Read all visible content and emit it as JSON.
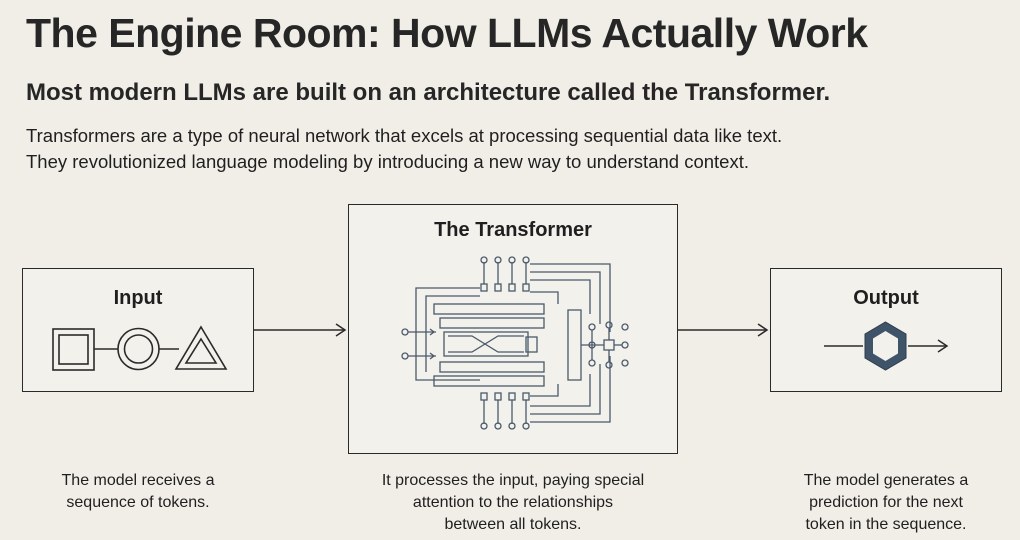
{
  "header": {
    "title": "The Engine Room: How LLMs Actually Work",
    "subtitle": "Most modern LLMs are built on an architecture called the Transformer.",
    "intro_lines": [
      "Transformers are a type of neural network that excels at processing sequential data like text.",
      "They revolutionized language modeling by introducing a new way to understand context."
    ]
  },
  "stages": {
    "input": {
      "title": "Input",
      "icons": [
        "square-icon",
        "circle-icon",
        "triangle-icon"
      ],
      "caption_lines": [
        "The model receives a",
        "sequence of tokens."
      ]
    },
    "transformer": {
      "title": "The Transformer",
      "icons": [
        "circuit-diagram-icon"
      ],
      "caption_lines": [
        "It processes the input, paying special",
        "attention to the relationships",
        "between all tokens."
      ]
    },
    "output": {
      "title": "Output",
      "icons": [
        "hexagon-icon"
      ],
      "caption_lines": [
        "The model generates a",
        "prediction for the next",
        "token in the sequence."
      ]
    }
  },
  "colors": {
    "background": "#f1eee8",
    "stroke": "#2a2a2a",
    "hexagon_fill": "#3f5468",
    "circuit": "#4a5a6a"
  }
}
